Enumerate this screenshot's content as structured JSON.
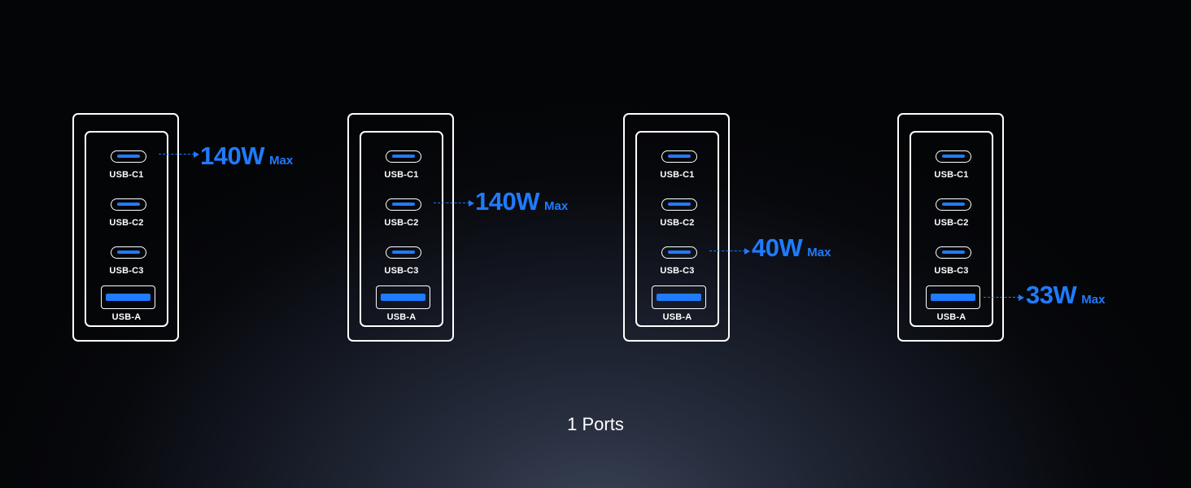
{
  "colors": {
    "accent": "#1f7bff",
    "outline": "#ffffff"
  },
  "port_labels": [
    "USB-C1",
    "USB-C2",
    "USB-C3",
    "USB-A"
  ],
  "chargers": [
    {
      "active_port": "USB-C1",
      "watt": "140W",
      "max_label": "Max"
    },
    {
      "active_port": "USB-C2",
      "watt": "140W",
      "max_label": "Max"
    },
    {
      "active_port": "USB-C3",
      "watt": "40W",
      "max_label": "Max"
    },
    {
      "active_port": "USB-A",
      "watt": "33W",
      "max_label": "Max"
    }
  ],
  "caption": "1 Ports"
}
